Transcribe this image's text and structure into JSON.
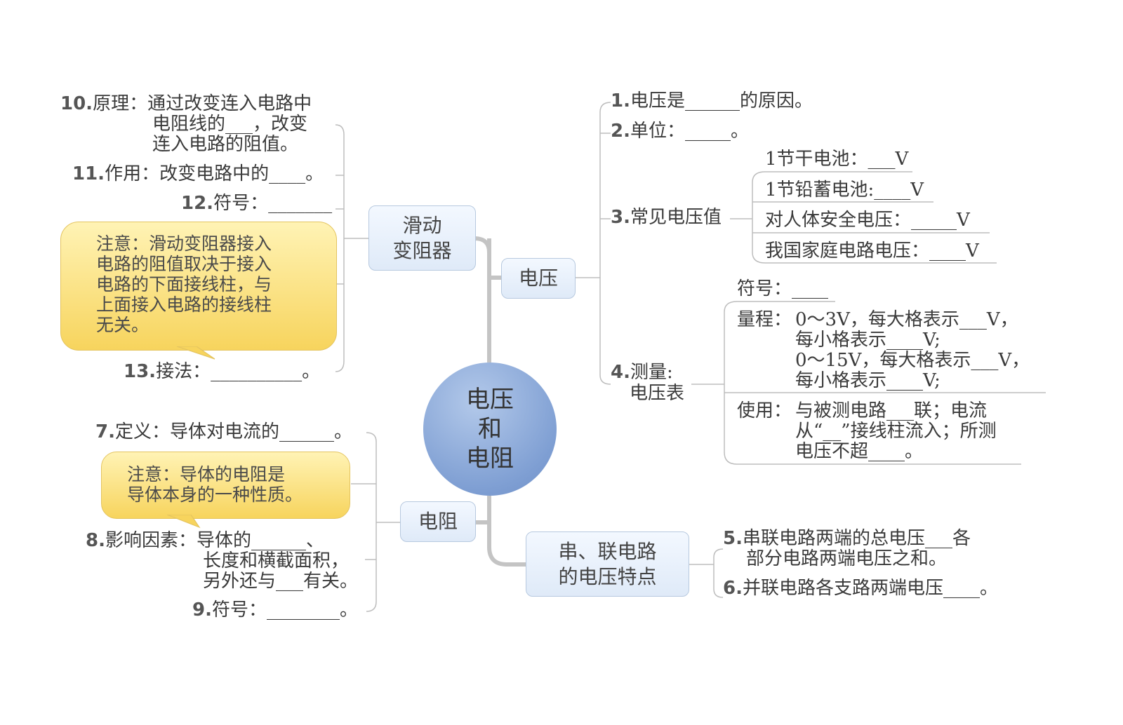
{
  "center": {
    "lines": [
      "电压",
      "和",
      "电阻"
    ]
  },
  "branches": {
    "voltage": "电压",
    "resistance": "电阻",
    "rheostat": [
      "滑动",
      "变阻器"
    ],
    "series_parallel": [
      "串、联电路",
      "的电压特点"
    ]
  },
  "voltage": {
    "item1": {
      "num": "1.",
      "text": "电压是______的原因。"
    },
    "item2": {
      "num": "2.",
      "text": "单位：_____。"
    },
    "item3": {
      "num": "3.",
      "text": "常见电压值"
    },
    "common_values": [
      "1节干电池：___V",
      "1节铅蓄电池:____V",
      "对人体安全电压：_____V",
      "我国家庭电路电压：____V"
    ],
    "item4": {
      "num": "4.",
      "lines": [
        "测量:",
        "电压表"
      ]
    },
    "meter_symbol": "符号：____",
    "meter_range": {
      "label": "量程：",
      "lines": [
        "0～3V，每大格表示___V，",
        "每小格表示____V;",
        "0～15V，每大格表示___V，",
        "每小格表示____V;"
      ]
    },
    "meter_usage": {
      "label": "使用：",
      "lines": [
        "与被测电路___联；电流",
        "从“__”接线柱流入；所测",
        "电压不超____。"
      ]
    }
  },
  "series_parallel": {
    "item5": {
      "num": "5.",
      "lines": [
        "串联电路两端的总电压___各",
        "部分电路两端电压之和。"
      ]
    },
    "item6": {
      "num": "6.",
      "text": "并联电路各支路两端电压____。"
    }
  },
  "rheostat": {
    "item10": {
      "num": "10.",
      "lines": [
        "原理：通过改变连入电路中",
        "电阻线的___，改变",
        "连入电路的阻值。"
      ]
    },
    "item11": {
      "num": "11.",
      "text": "作用：改变电路中的____。"
    },
    "item12": {
      "num": "12.",
      "text": "符号：_______"
    },
    "note": [
      "注意：滑动变阻器接入",
      "电路的阻值取决于接入",
      "电路的下面接线柱，与",
      "上面接入电路的接线柱",
      "无关。"
    ],
    "item13": {
      "num": "13.",
      "text": "接法：__________。"
    }
  },
  "resistance": {
    "item7": {
      "num": "7.",
      "text": "定义：导体对电流的______。"
    },
    "note": [
      "注意：导体的电阻是",
      "导体本身的一种性质。"
    ],
    "item8": {
      "num": "8.",
      "lines": [
        "影响因素：导体的______、",
        "长度和横截面积，",
        "另外还与___有关。"
      ]
    },
    "item9": {
      "num": "9.",
      "text": "符号：________。"
    }
  }
}
